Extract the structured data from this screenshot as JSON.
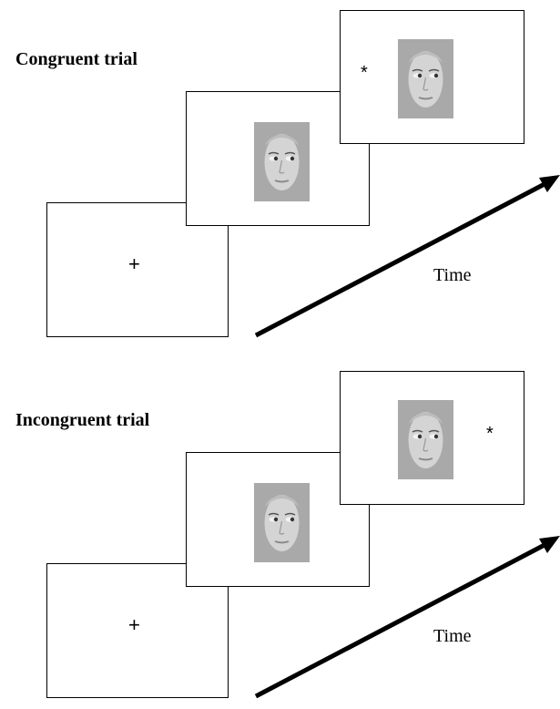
{
  "congruent": {
    "title": "Congruent trial",
    "fixation_symbol": "+",
    "cue_image": "face-gaze-right",
    "target_symbol": "*",
    "target_location": "left",
    "time_label": "Time"
  },
  "incongruent": {
    "title": "Incongruent trial",
    "fixation_symbol": "+",
    "cue_image": "face-gaze-right",
    "target_symbol": "*",
    "target_location": "right",
    "time_label": "Time"
  },
  "colors": {
    "background": "#ffffff",
    "face_background": "#a9a9a9",
    "line": "#000000"
  }
}
